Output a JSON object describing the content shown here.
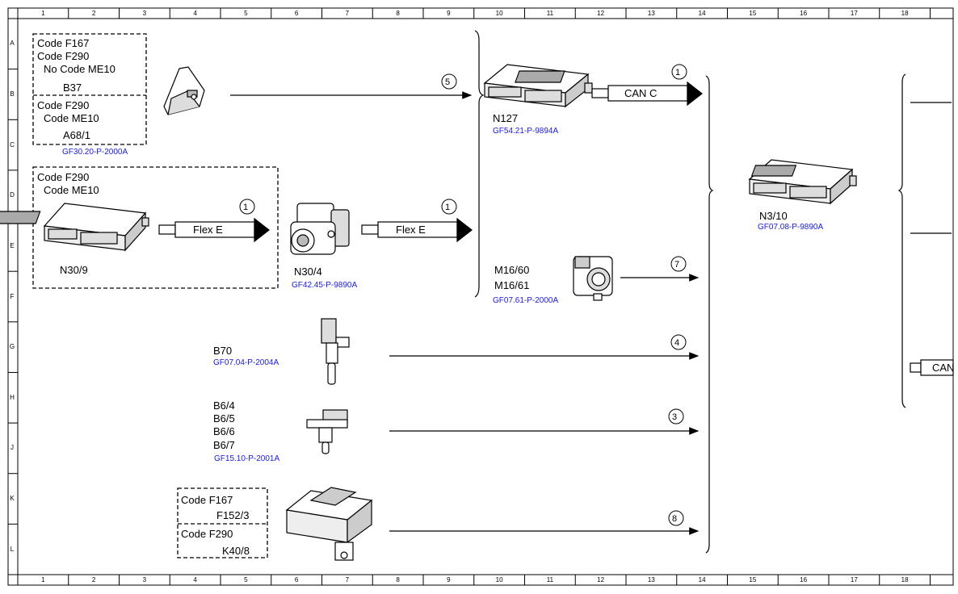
{
  "grid": {
    "columns": [
      "1",
      "2",
      "3",
      "4",
      "5",
      "6",
      "7",
      "8",
      "9",
      "10",
      "11",
      "12",
      "13",
      "14",
      "15",
      "16",
      "17",
      "18"
    ],
    "rows": [
      "A",
      "B",
      "C",
      "D",
      "E",
      "F",
      "G",
      "H",
      "J",
      "K",
      "L"
    ]
  },
  "groups": {
    "b37_group": {
      "line1": "Code F167",
      "line2": "Code F290",
      "line3": "No Code ME10",
      "id": "B37"
    },
    "a68_group": {
      "line1": "Code F290",
      "line2": "Code ME10",
      "id": "A68/1",
      "ref": "GF30.20-P-2000A"
    },
    "n309_group": {
      "line1": "Code F290",
      "line2": "Code ME10",
      "id": "N30/9"
    },
    "f152_group": {
      "line1": "Code F167",
      "id": "F152/3"
    },
    "k40_group": {
      "line1": "Code F290",
      "id": "K40/8"
    }
  },
  "components": {
    "n30_4": {
      "id": "N30/4",
      "ref": "GF42.45-P-9890A"
    },
    "n127": {
      "id": "N127",
      "ref": "GF54.21-P-9894A"
    },
    "n3_10": {
      "id": "N3/10",
      "ref": "GF07.08-P-9890A"
    },
    "m16": {
      "id1": "M16/60",
      "id2": "M16/61",
      "ref": "GF07.61-P-2000A"
    },
    "b70": {
      "id": "B70",
      "ref": "GF07.04-P-2004A"
    },
    "b6": {
      "id1": "B6/4",
      "id2": "B6/5",
      "id3": "B6/6",
      "id4": "B6/7",
      "ref": "GF15.10-P-2001A"
    }
  },
  "buses": {
    "flex_e": "Flex E",
    "can_c": "CAN C",
    "can_partial": "CAN"
  },
  "signals": {
    "s1": "1",
    "s3": "3",
    "s4": "4",
    "s5": "5",
    "s7": "7",
    "s8": "8"
  }
}
